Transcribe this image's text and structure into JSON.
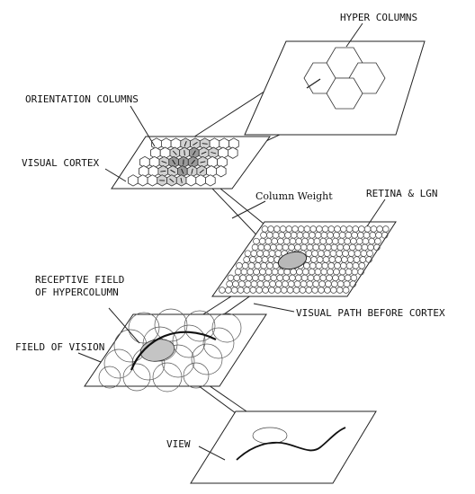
{
  "labels": {
    "hyper_columns": "HYPER COLUMNS",
    "orientation_columns": "ORIENTATION COLUMNS",
    "visual_cortex": "VISUAL CORTEX",
    "column_weight": "Column Weight",
    "retina_lgn": "RETINA & LGN",
    "receptive_field_line1": "RECEPTIVE FIELD",
    "receptive_field_line2": "OF HYPERCOLUMN",
    "visual_path": "VISUAL PATH BEFORE CORTEX",
    "field_of_vision": "FIELD OF VISION",
    "view": "VIEW"
  },
  "colors": {
    "stroke": "#222222",
    "hex_highlight": "#d2d2d2",
    "hex_dark": "#9a9a9a",
    "ellipse_fill": "#b8b8b8"
  }
}
